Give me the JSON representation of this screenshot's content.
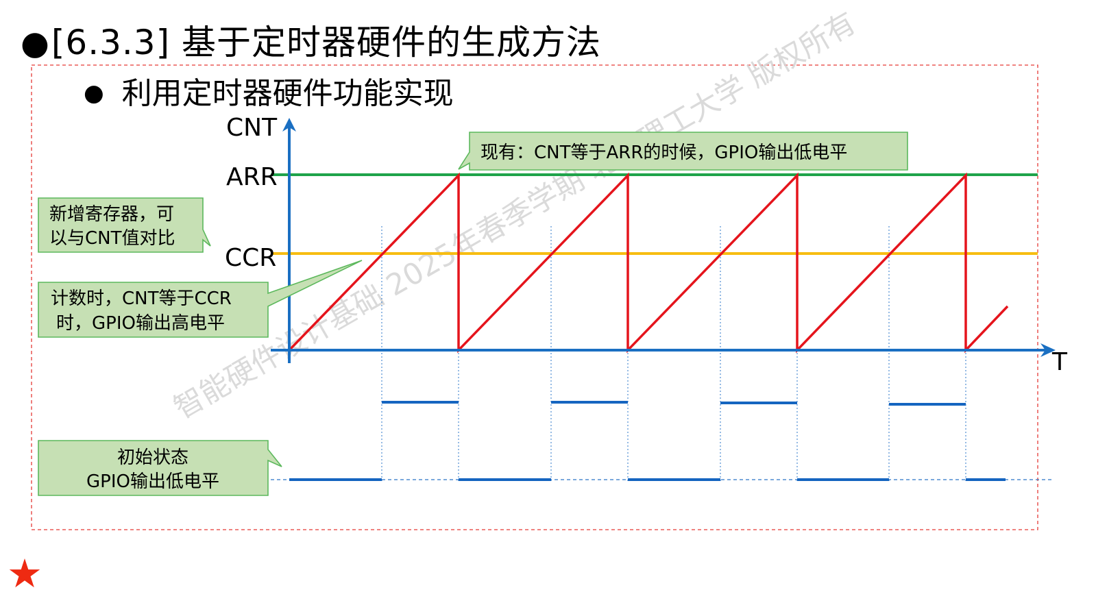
{
  "slide": {
    "title": "[6.3.3] 基于定时器硬件的生成方法",
    "subtitle": "利用定时器硬件功能实现",
    "bullet": "●"
  },
  "axes": {
    "y_label": "CNT",
    "x_label": "T",
    "levels": {
      "arr": "ARR",
      "ccr": "CCR"
    }
  },
  "callouts": {
    "top": "现有：CNT等于ARR的时候，GPIO输出低电平",
    "register_line1": "新增寄存器，可",
    "register_line2": "以与CNT值对比",
    "compare_line1": "计数时，CNT等于CCR",
    "compare_line2": "时，GPIO输出高电平",
    "init_line1": "初始状态",
    "init_line2": "GPIO输出低电平"
  },
  "watermark": "智能硬件设计基础 2025年春季学期 北京理工大学 版权所有",
  "colors": {
    "axis": "#1a6fc2",
    "arr_line": "#1fa34a",
    "ccr_line": "#f7bd12",
    "sawtooth": "#e5141c",
    "pwm": "#1565c0",
    "callout_fill": "#c6e0b4",
    "callout_border": "#5cb85c",
    "frame": "#e53935",
    "star": "#ee2a12"
  }
}
